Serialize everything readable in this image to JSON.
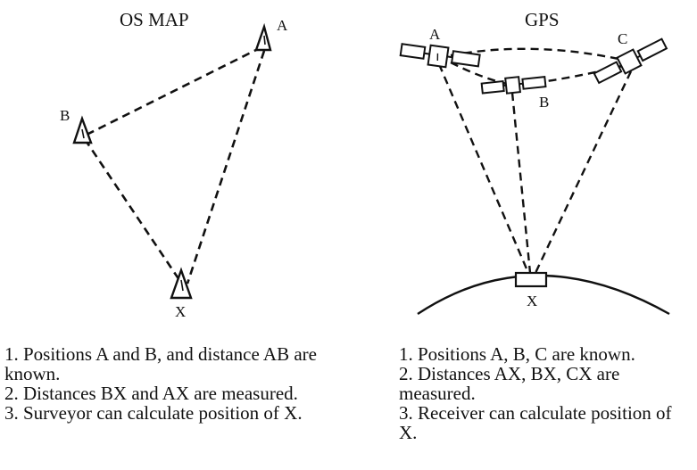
{
  "os_map": {
    "title": "OS MAP",
    "labels": {
      "a": "A",
      "b": "B",
      "x": "X"
    },
    "steps": [
      "1.  Positions A and B, and distance AB are known.",
      "2.  Distances BX and AX are measured.",
      "3.  Surveyor can calculate position of X."
    ]
  },
  "gps": {
    "title": "GPS",
    "labels": {
      "a": "A",
      "b": "B",
      "c": "C",
      "x": "X"
    },
    "steps": [
      "1.  Positions A, B, C are known.",
      "2.  Distances AX, BX, CX are measured.",
      "3.  Receiver can calculate position of X."
    ]
  }
}
